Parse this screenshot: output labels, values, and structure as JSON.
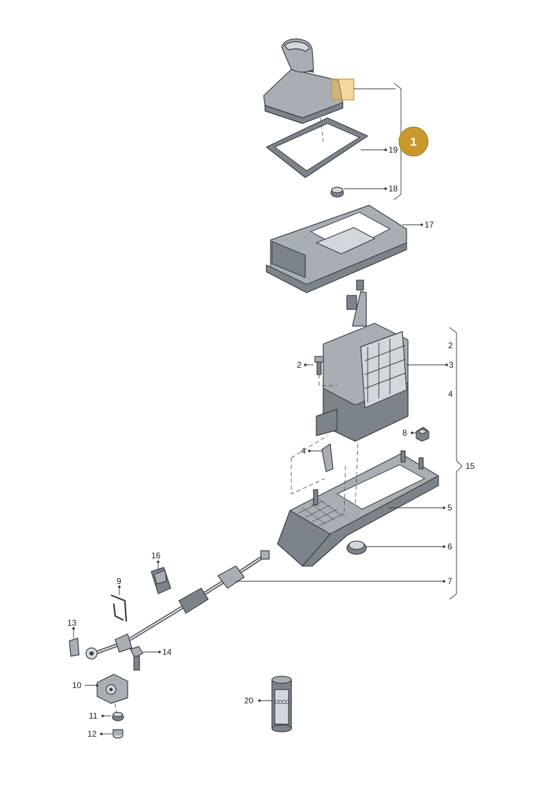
{
  "callouts": [
    {
      "id": "c19",
      "text": "19"
    },
    {
      "id": "c18",
      "text": "18"
    },
    {
      "id": "c17",
      "text": "17"
    },
    {
      "id": "c2a",
      "text": "2"
    },
    {
      "id": "c3",
      "text": "3"
    },
    {
      "id": "c4a",
      "text": "4"
    },
    {
      "id": "c2b",
      "text": "2"
    },
    {
      "id": "c8",
      "text": "8"
    },
    {
      "id": "c4b",
      "text": "4"
    },
    {
      "id": "c15",
      "text": "15"
    },
    {
      "id": "c5",
      "text": "5"
    },
    {
      "id": "c6",
      "text": "6"
    },
    {
      "id": "c7",
      "text": "7"
    },
    {
      "id": "c16",
      "text": "16"
    },
    {
      "id": "c9",
      "text": "9"
    },
    {
      "id": "c13",
      "text": "13"
    },
    {
      "id": "c14",
      "text": "14"
    },
    {
      "id": "c10",
      "text": "10"
    },
    {
      "id": "c20",
      "text": "20"
    },
    {
      "id": "c11",
      "text": "11"
    },
    {
      "id": "c12",
      "text": "12"
    }
  ],
  "badge": {
    "text": "1",
    "color": "#c9992e"
  },
  "highlight_color": "#e8b84a"
}
